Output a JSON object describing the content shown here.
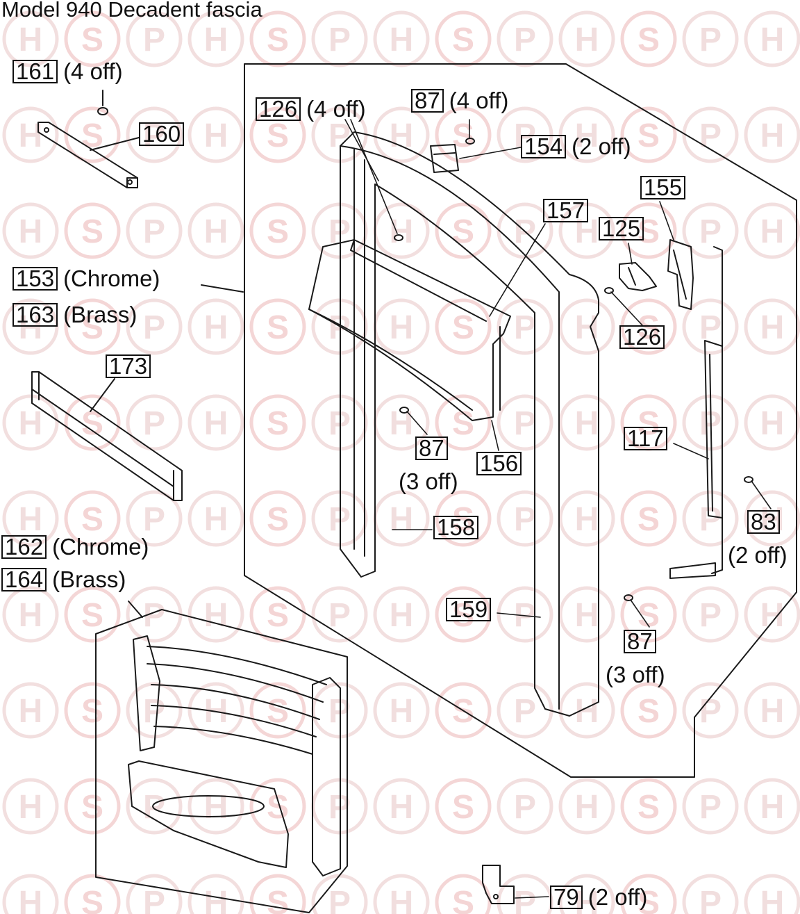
{
  "title": "Model 940 Decadent fascia",
  "watermark": {
    "letters": [
      "H",
      "S",
      "P"
    ],
    "color": "#e2b8b8",
    "s_color": "#e7a3a3"
  },
  "callouts": [
    {
      "id": "c161",
      "part": "161",
      "note": "(4 off)"
    },
    {
      "id": "c160",
      "part": "160",
      "note": ""
    },
    {
      "id": "c153",
      "part": "153",
      "note": "(Chrome)"
    },
    {
      "id": "c163",
      "part": "163",
      "note": "(Brass)"
    },
    {
      "id": "c173",
      "part": "173",
      "note": ""
    },
    {
      "id": "c162",
      "part": "162",
      "note": "(Chrome)"
    },
    {
      "id": "c164",
      "part": "164",
      "note": "(Brass)"
    },
    {
      "id": "c126a",
      "part": "126",
      "note": "(4 off)"
    },
    {
      "id": "c87a",
      "part": "87",
      "note": "(4 off)"
    },
    {
      "id": "c154",
      "part": "154",
      "note": "(2 off)"
    },
    {
      "id": "c155",
      "part": "155",
      "note": ""
    },
    {
      "id": "c157",
      "part": "157",
      "note": ""
    },
    {
      "id": "c125",
      "part": "125",
      "note": ""
    },
    {
      "id": "c126b",
      "part": "126",
      "note": ""
    },
    {
      "id": "c87b",
      "part": "87",
      "note": "(3 off)"
    },
    {
      "id": "c156",
      "part": "156",
      "note": ""
    },
    {
      "id": "c117",
      "part": "117",
      "note": ""
    },
    {
      "id": "c83",
      "part": "83",
      "note": "(2 off)"
    },
    {
      "id": "c158",
      "part": "158",
      "note": ""
    },
    {
      "id": "c159",
      "part": "159",
      "note": ""
    },
    {
      "id": "c87c",
      "part": "87",
      "note": "(3 off)"
    },
    {
      "id": "c79",
      "part": "79",
      "note": "(2 off)"
    }
  ]
}
